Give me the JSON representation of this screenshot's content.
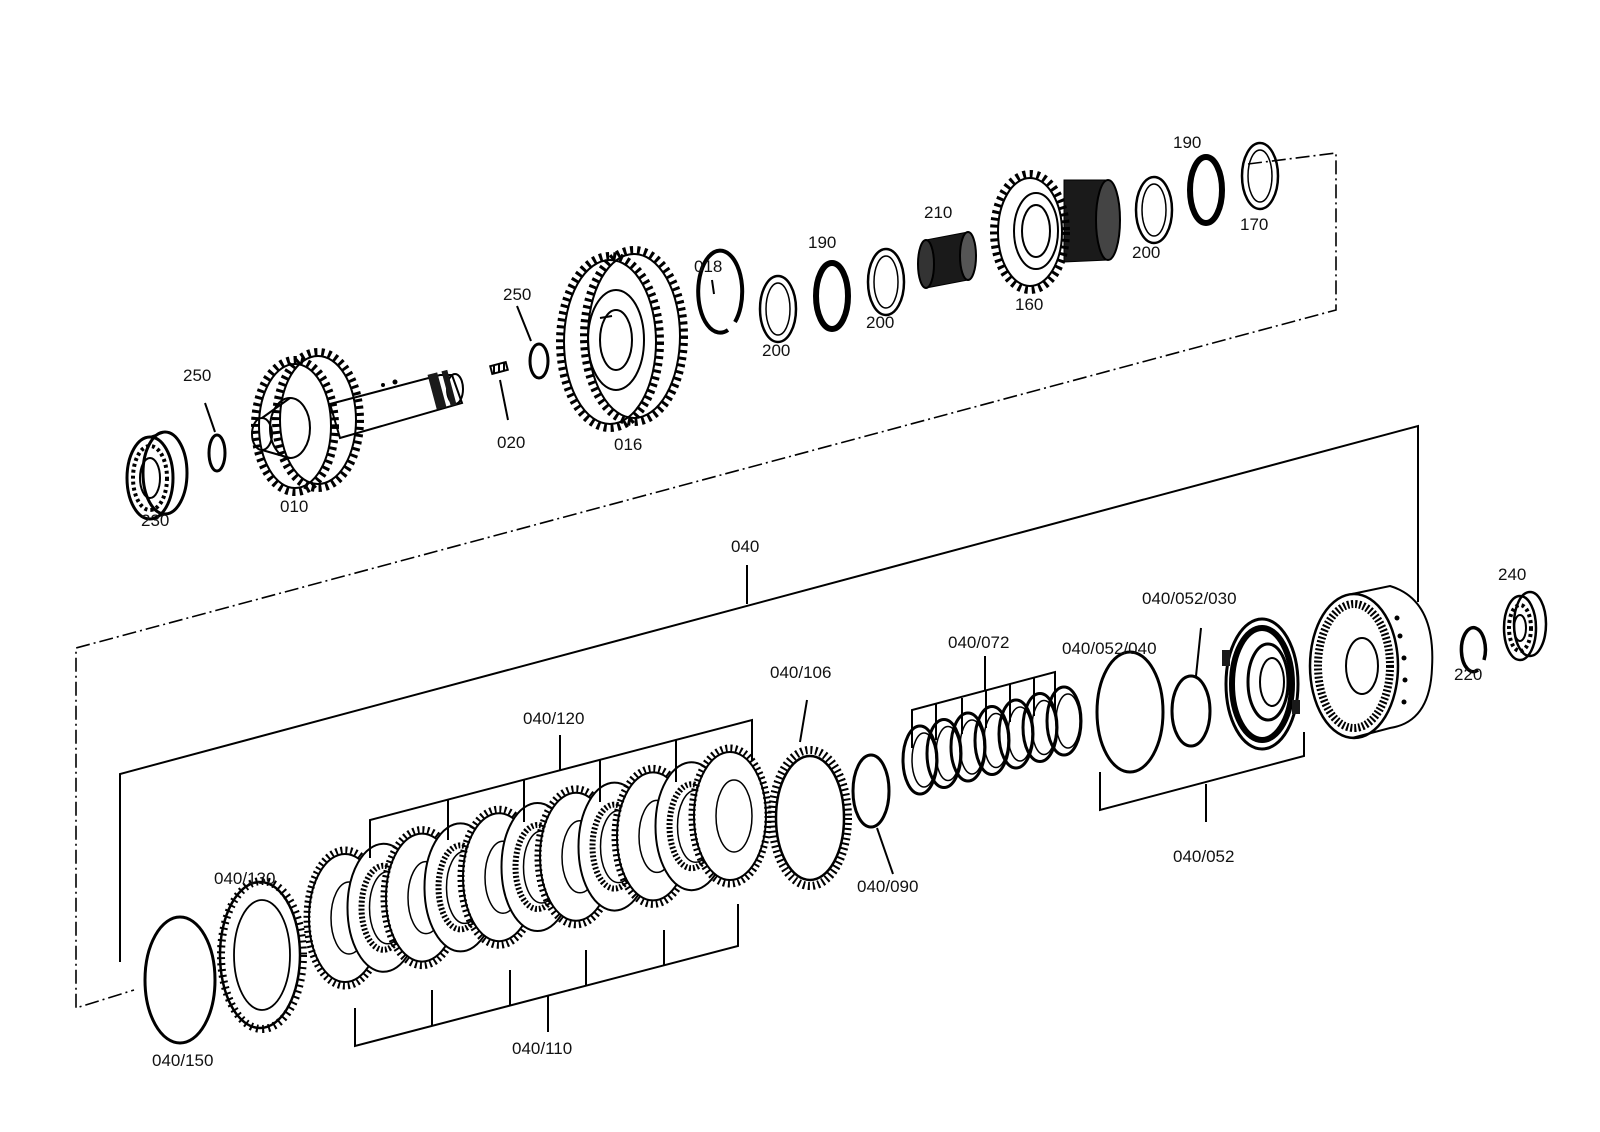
{
  "labels": {
    "p230": "230",
    "p250a": "250",
    "p010": "010",
    "p020": "020",
    "p250b": "250",
    "p016": "016",
    "p018": "018",
    "p200a": "200",
    "p190a": "190",
    "p200b": "200",
    "p210": "210",
    "p160": "160",
    "p200c": "200",
    "p190b": "190",
    "p170": "170",
    "p040": "040",
    "p040_150": "040/150",
    "p040_130": "040/130",
    "p040_120": "040/120",
    "p040_110": "040/110",
    "p040_106": "040/106",
    "p040_090": "040/090",
    "p040_072": "040/072",
    "p040_052_040": "040/052/040",
    "p040_052_030": "040/052/030",
    "p040_052": "040/052",
    "p240": "240",
    "p220": "220"
  },
  "colors": {
    "line": "#000000",
    "background": "#ffffff",
    "fill": "#1a1a1a"
  }
}
